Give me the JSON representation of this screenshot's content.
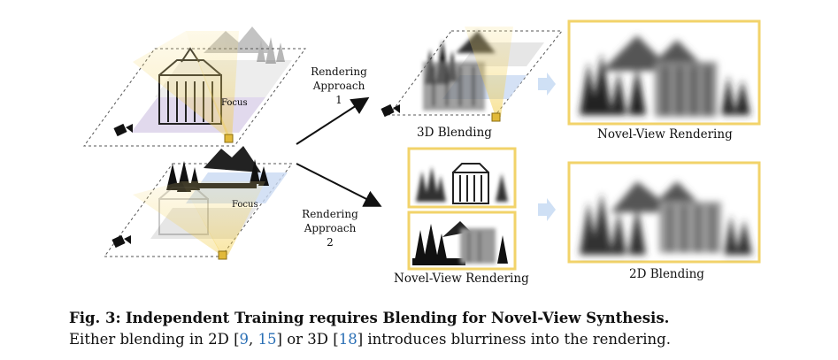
{
  "figure": {
    "rendering_approach_1": "Rendering\nApproach 1",
    "rendering_approach_2": "Rendering\nApproach 2",
    "focus_top": "Focus",
    "focus_bottom": "Focus",
    "blending_3d": "3D Blending",
    "novel_view_top": "Novel-View Rendering",
    "novel_view_bottom_left": "Novel-View Rendering",
    "blending_2d": "2D Blending"
  },
  "caption": {
    "label": "Fig. 3:",
    "title": "Independent Training requires Blending for Novel-View Synthesis.",
    "line2_prefix": "Either blending in 2D [",
    "cite_a": "9",
    "cite_sep": ", ",
    "cite_b": "15",
    "line2_mid": "] or 3D [",
    "cite_c": "18",
    "line2_suffix": "] introduces blurriness into the rendering."
  },
  "colors": {
    "frame_gold": "#f2d36a",
    "cone_yellow": "#f5d35a",
    "plane_blue": "#c9d9f3",
    "plane_purple": "#d9cfe8",
    "arrow_light": "#cfe0f5"
  },
  "icons": [
    "camera-icon",
    "building-icon",
    "mountain-icon",
    "tree-icon",
    "arrow-icon"
  ]
}
